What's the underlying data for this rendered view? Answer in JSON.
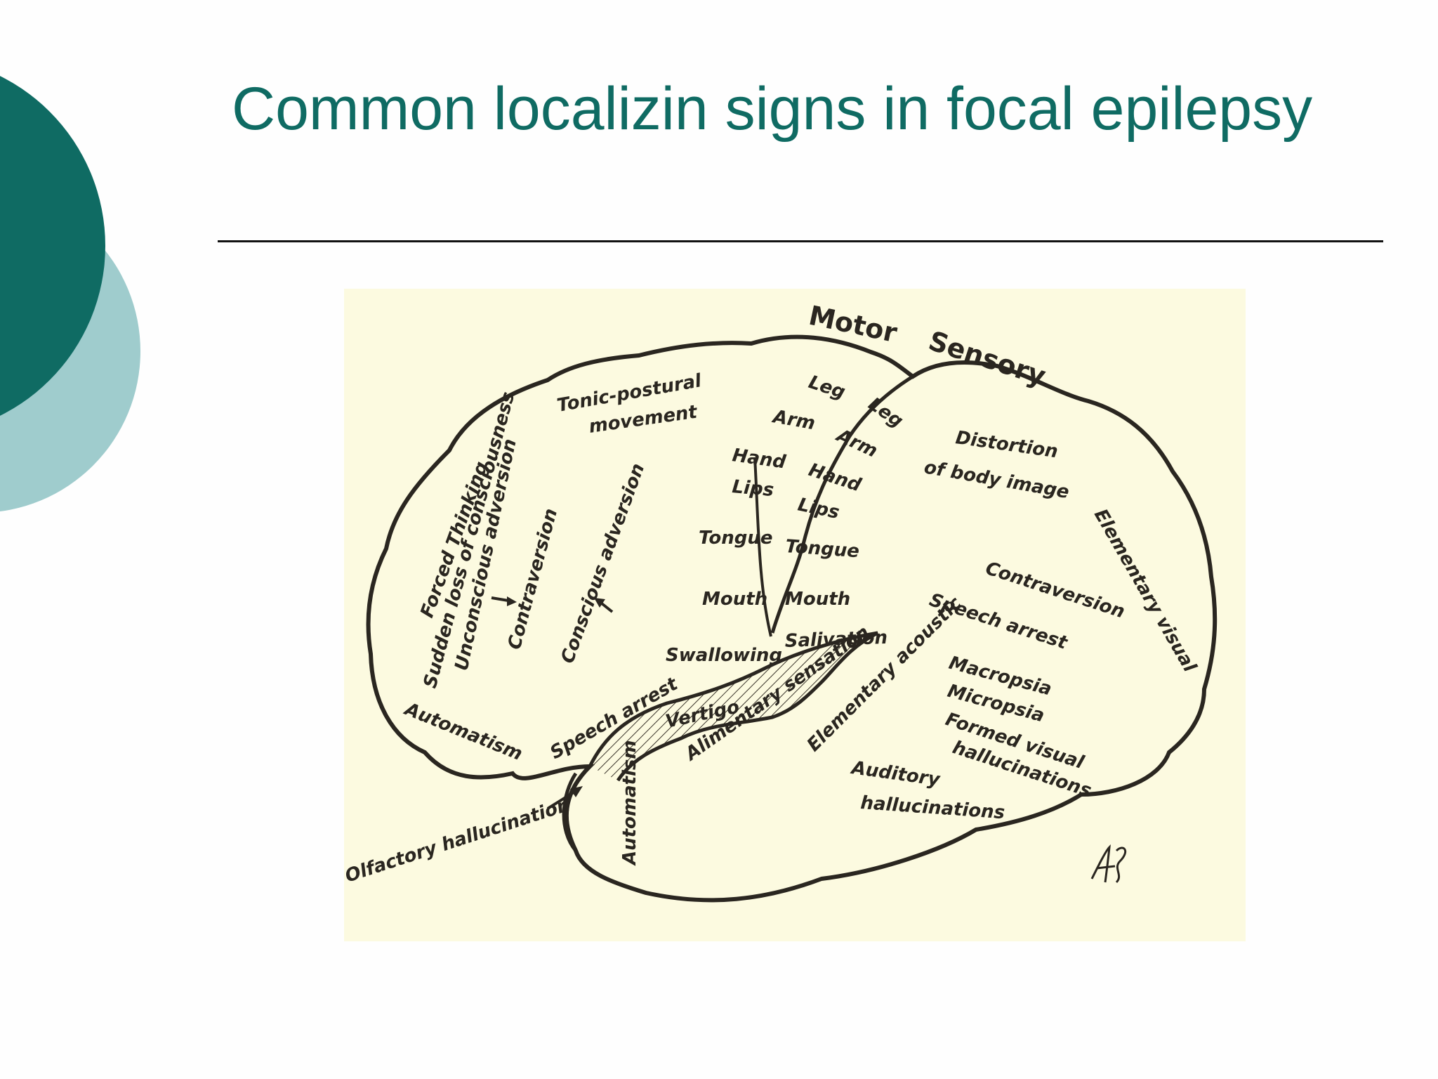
{
  "slide": {
    "title": "Common localizin signs in focal epilepsy",
    "accent_colors": {
      "dark": "#0f6b63",
      "light": "#9fcccd"
    }
  },
  "figure": {
    "motor": "Motor",
    "sensory": "Sensory",
    "tonic_postural_1": "Tonic-postural",
    "tonic_postural_2": "movement",
    "leg_motor": "Leg",
    "arm_motor": "Arm",
    "hand_motor": "Hand",
    "lips_motor": "Lips",
    "tongue_motor": "Tongue",
    "mouth_motor": "Mouth",
    "swallowing": "Swallowing",
    "leg_sensory": "Leg",
    "arm_sensory": "Arm",
    "hand_sensory": "Hand",
    "lips_sensory": "Lips",
    "tongue_sensory": "Tongue",
    "mouth_sensory": "Mouth",
    "salivation": "Salivation",
    "distortion_1": "Distortion",
    "distortion_2": "of body image",
    "elementary_visual": "Elementary visual",
    "contraversion_right": "Contraversion",
    "speech_arrest_right": "Speech arrest",
    "macropsia": "Macropsia",
    "micropsia": "Micropsia",
    "formed_visual_1": "Formed visual",
    "formed_visual_2": "hallucinations",
    "auditory_1": "Auditory",
    "auditory_2": "hallucinations",
    "forced_thinking": "Forced Thinking",
    "sudden_loss": "Sudden loss of consciousness",
    "unconscious_adversion": "Unconscious adversion",
    "contraversion_left": "Contraversion",
    "conscious_adversion": "Conscious adversion",
    "automatism_frontal": "Automatism",
    "speech_arrest_left": "Speech arrest",
    "vertigo": "Vertigo",
    "alimentary_sensation": "Alimentary sensation",
    "elementary_acoustic": "Elementary acoustic",
    "automatism_temporal": "Automatism",
    "olfactory": "Olfactory hallucination"
  }
}
